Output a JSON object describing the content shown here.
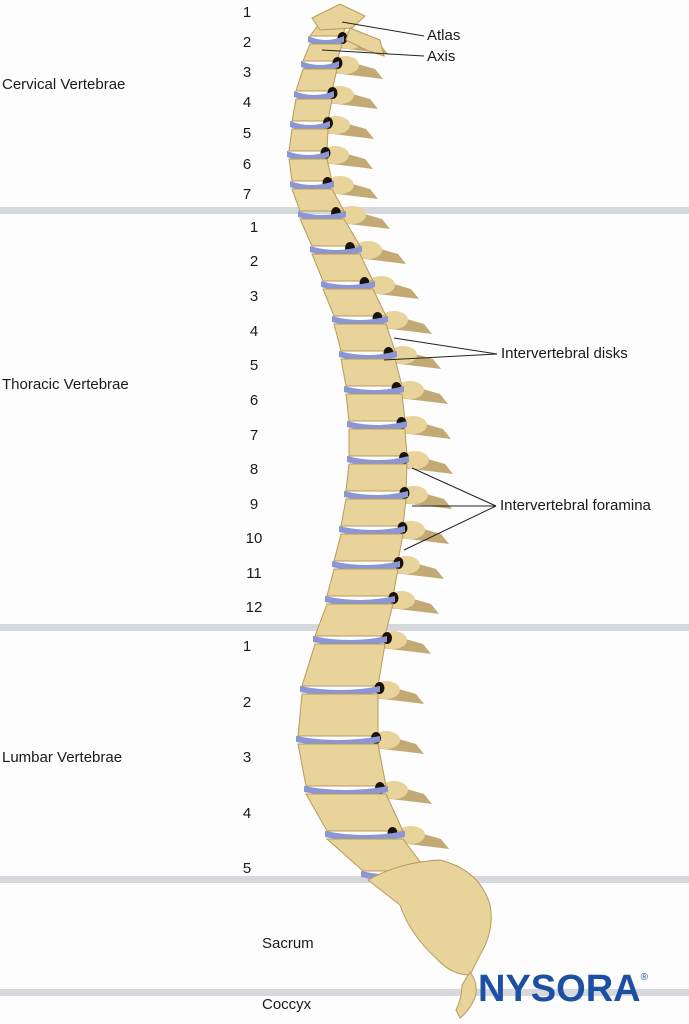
{
  "regions": {
    "cervical": "Cervical Vertebrae",
    "thoracic": "Thoracic Vertebrae",
    "lumbar": "Lumbar Vertebrae",
    "sacrum": "Sacrum",
    "coccyx": "Coccyx"
  },
  "numbers": {
    "cervical": [
      "1",
      "2",
      "3",
      "4",
      "5",
      "6",
      "7"
    ],
    "thoracic": [
      "1",
      "2",
      "3",
      "4",
      "5",
      "6",
      "7",
      "8",
      "9",
      "10",
      "11",
      "12"
    ],
    "lumbar": [
      "1",
      "2",
      "3",
      "4",
      "5"
    ]
  },
  "callouts": {
    "atlas": "Atlas",
    "axis": "Axis",
    "disks": "Intervertebral disks",
    "foramina": "Intervertebral foramina"
  },
  "logo": {
    "name": "NYSORA",
    "mark": "®"
  },
  "colors": {
    "bone": "#e8d39a",
    "bone_shadow": "#b99a5a",
    "disk": "#8a96d6",
    "divider": "#d5d8dd",
    "logo": "#1d4fa3"
  }
}
